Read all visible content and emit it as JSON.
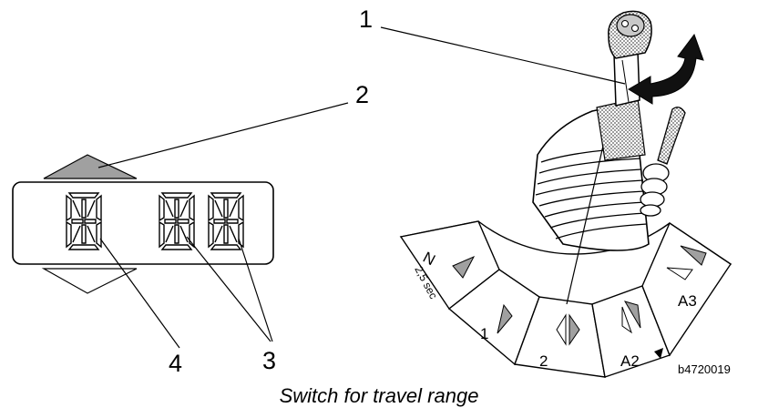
{
  "caption": "Switch for travel range",
  "figure_code": "b4720019",
  "callouts": {
    "c1": "1",
    "c2": "2",
    "c3": "3",
    "c4": "4"
  },
  "selector_segments": {
    "neutral_label": "N",
    "neutral_hold": "2,5 sec",
    "gear1": "1",
    "gear2": "2",
    "auto2": "A2",
    "auto3": "A3"
  },
  "colors": {
    "line": "#000000",
    "fill_gray": "#a8a8a8",
    "background": "#ffffff"
  }
}
